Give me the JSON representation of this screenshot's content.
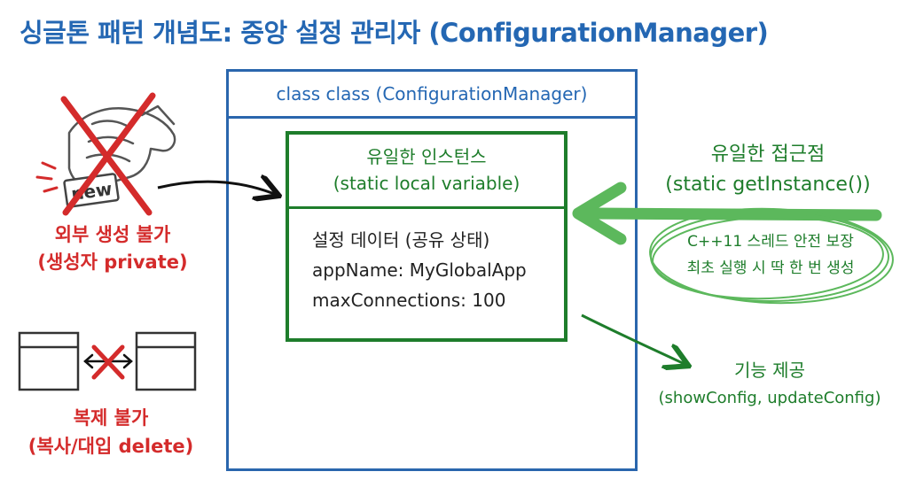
{
  "title": "싱글톤 패턴 개념도: 중앙 설정 관리자 (ConfigurationManager)",
  "class_box": {
    "header": "class class (ConfigurationManager)"
  },
  "instance": {
    "title": "유일한 인스턴스",
    "subtitle": "(static local variable)",
    "data_title": "설정 데이터 (공유 상태)",
    "app_name": "appName: MyGlobalApp",
    "max_connections": "maxConnections: 100"
  },
  "no_creation": {
    "badge": "new",
    "label": "외부 생성 불가",
    "sublabel": "(생성자 private)"
  },
  "no_copy": {
    "label": "복제 불가",
    "sublabel": "(복사/대입 delete)"
  },
  "access_point": {
    "label": "유일한 접근점",
    "sublabel": "(static getInstance())",
    "note_line1": "C++11 스레드 안전 보장",
    "note_line2": "최초 실행 시 딱 한 번 생성"
  },
  "features": {
    "label": "기능 제공",
    "sublabel": "(showConfig, updateConfig)"
  },
  "colors": {
    "blue": "#2467b3",
    "green": "#1e7d2b",
    "light_green": "#5cb85c",
    "red": "#d42b2b"
  }
}
